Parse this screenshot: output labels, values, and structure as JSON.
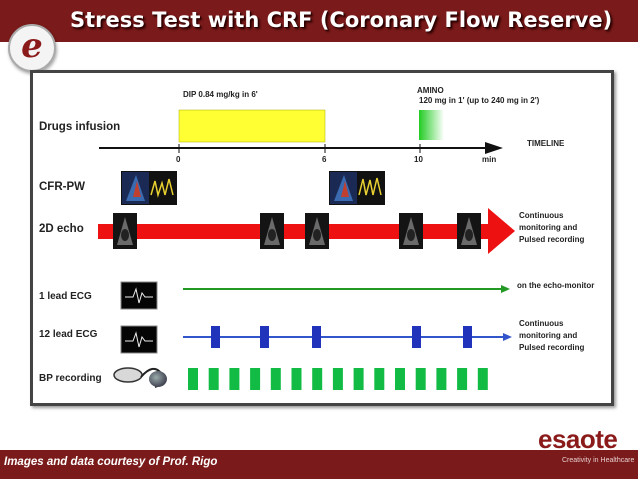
{
  "header": {
    "title": "Stress Test with CRF (Coronary Flow Reserve)"
  },
  "logo": {
    "letter": "e"
  },
  "diagram": {
    "dip_label": "DIP 0.84 mg/kg in 6'",
    "amino_title": "AMINO",
    "amino_detail": "120 mg in 1' (up to 240 mg in 2')",
    "timeline_label": "TIMELINE",
    "ticks": [
      "0",
      "6",
      "10"
    ],
    "unit": "min",
    "rows": {
      "drugs": "Drugs infusion",
      "cfr": "CFR-PW",
      "echo2d": "2D echo",
      "ecg1": "1 lead ECG",
      "ecg12": "12 lead ECG",
      "bp": "BP recording"
    },
    "notes": {
      "echo_line1": "Continuous",
      "echo_line2": "monitoring and",
      "echo_line3": "Pulsed recording",
      "ecg1": "on the echo-monitor",
      "ecg12_line1": "Continuous",
      "ecg12_line2": "monitoring and",
      "ecg12_line3": "Pulsed recording"
    },
    "colors": {
      "dip": "#ffff33",
      "amino": "#33dd33",
      "echo_arrow": "#ee1111",
      "ecg1_line": "#229922",
      "ecg12_line": "#3355cc",
      "ecg12_marker": "#2233bb",
      "bp_marker": "#11bb44"
    }
  },
  "footer": {
    "credit": "Images and data courtesy of Prof. Rigo"
  },
  "brand": {
    "name": "esaote",
    "tagline": "Creativity in Healthcare"
  }
}
